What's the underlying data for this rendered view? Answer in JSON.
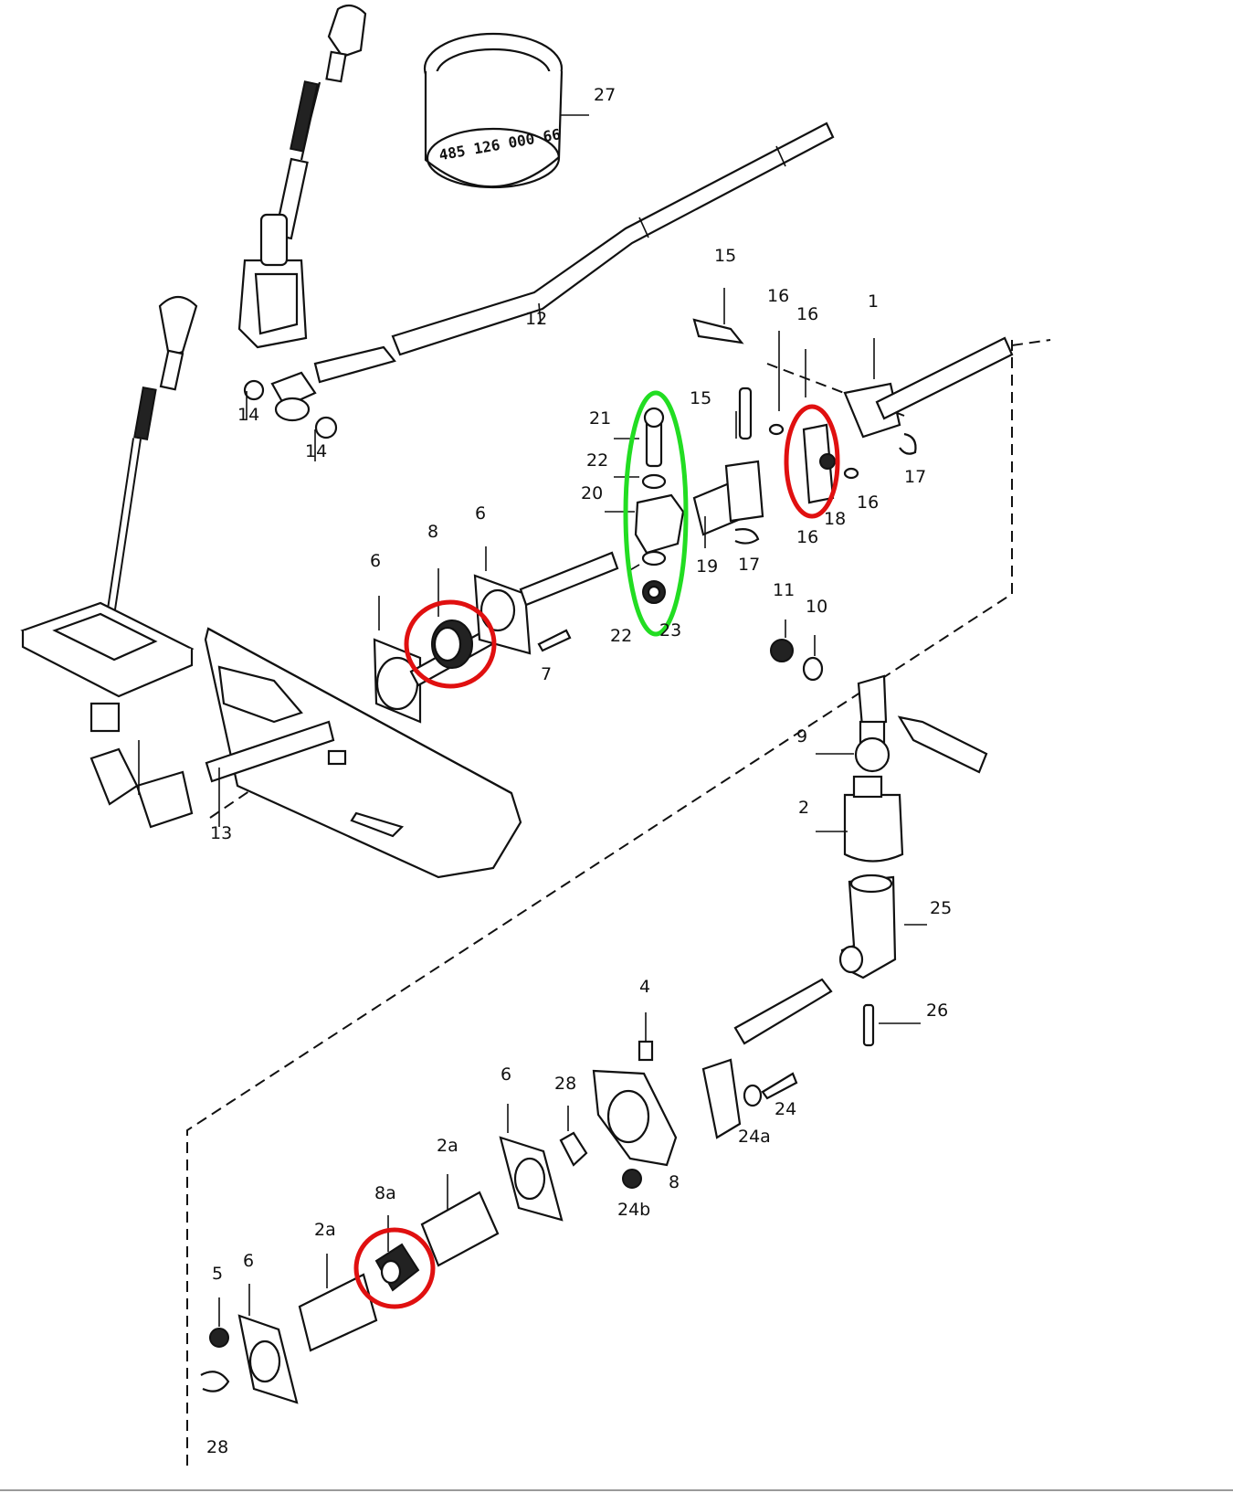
{
  "diagram": {
    "callouts": {
      "c1": "1",
      "c2": "2",
      "c2a_left": "2a",
      "c2a_right": "2a",
      "c4": "4",
      "c5": "5",
      "c6_a": "6",
      "c6_b": "6",
      "c6_c": "6",
      "c6_d": "6",
      "c7": "7",
      "c8": "8",
      "c8a": "8a",
      "c8_lower": "8",
      "c9": "9",
      "c10": "10",
      "c11": "11",
      "c12": "12",
      "c13": "13",
      "c14_a": "14",
      "c14_b": "14",
      "c15_a": "15",
      "c15_b": "15",
      "c16_a": "16",
      "c16_b": "16",
      "c16_c": "16",
      "c16_d": "16",
      "c17_a": "17",
      "c17_b": "17",
      "c18": "18",
      "c19": "19",
      "c20": "20",
      "c21": "21",
      "c22_a": "22",
      "c22_b": "22",
      "c23": "23",
      "c24": "24",
      "c24a": "24a",
      "c24b": "24b",
      "c25": "25",
      "c26": "26",
      "c27": "27",
      "c28_a": "28",
      "c28_b": "28"
    },
    "part27_label": "485 126 000 66",
    "colors": {
      "highlight_red": "#e01010",
      "highlight_green": "#22dd22",
      "line": "#111111"
    }
  }
}
